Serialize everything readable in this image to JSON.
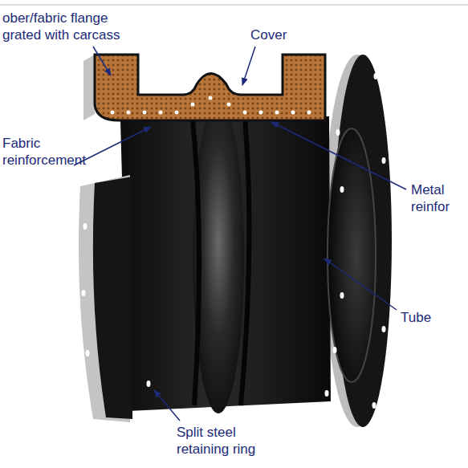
{
  "diagram": {
    "labels": [
      "ober/fabric flange grated with carcass",
      "Cover",
      "Fabric reinforcement",
      "Metal reinfor",
      "Tube",
      "Split steel retaining ring"
    ]
  }
}
